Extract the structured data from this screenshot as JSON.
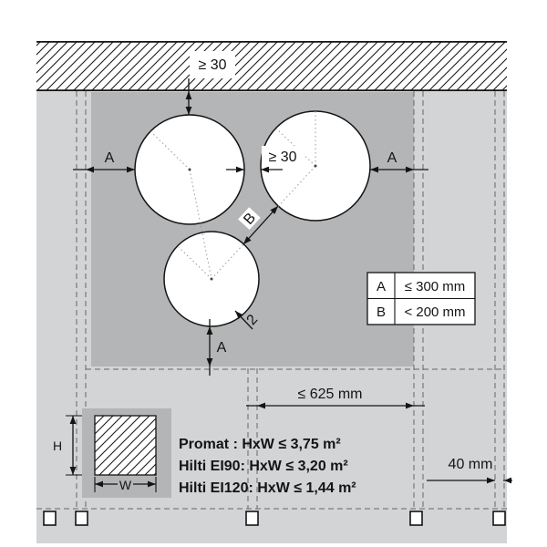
{
  "labels": {
    "top_gap": "≥ 30",
    "pipe_gap": "≥ 30",
    "a_left": "A",
    "a_right": "A",
    "a_bottom": "A",
    "b": "B",
    "annulus": "2",
    "max_width": "≤ 625 mm",
    "stud_width": "40 mm",
    "h": "H",
    "w": "W"
  },
  "legend_table": {
    "rows": [
      {
        "label": "A",
        "value": "≤ 300 mm"
      },
      {
        "label": "B",
        "value": "< 200 mm"
      }
    ]
  },
  "notes": {
    "lines": [
      "Promat : HxW ≤ 3,75 m²",
      "Hilti EI90: HxW ≤ 3,20 m²",
      "Hilti EI120: HxW ≤ 1,44 m²"
    ]
  },
  "colors": {
    "wall_light": "#d3d4d6",
    "seal_dark": "#b4b5b7",
    "line": "#141414",
    "dashed": "#666666"
  }
}
